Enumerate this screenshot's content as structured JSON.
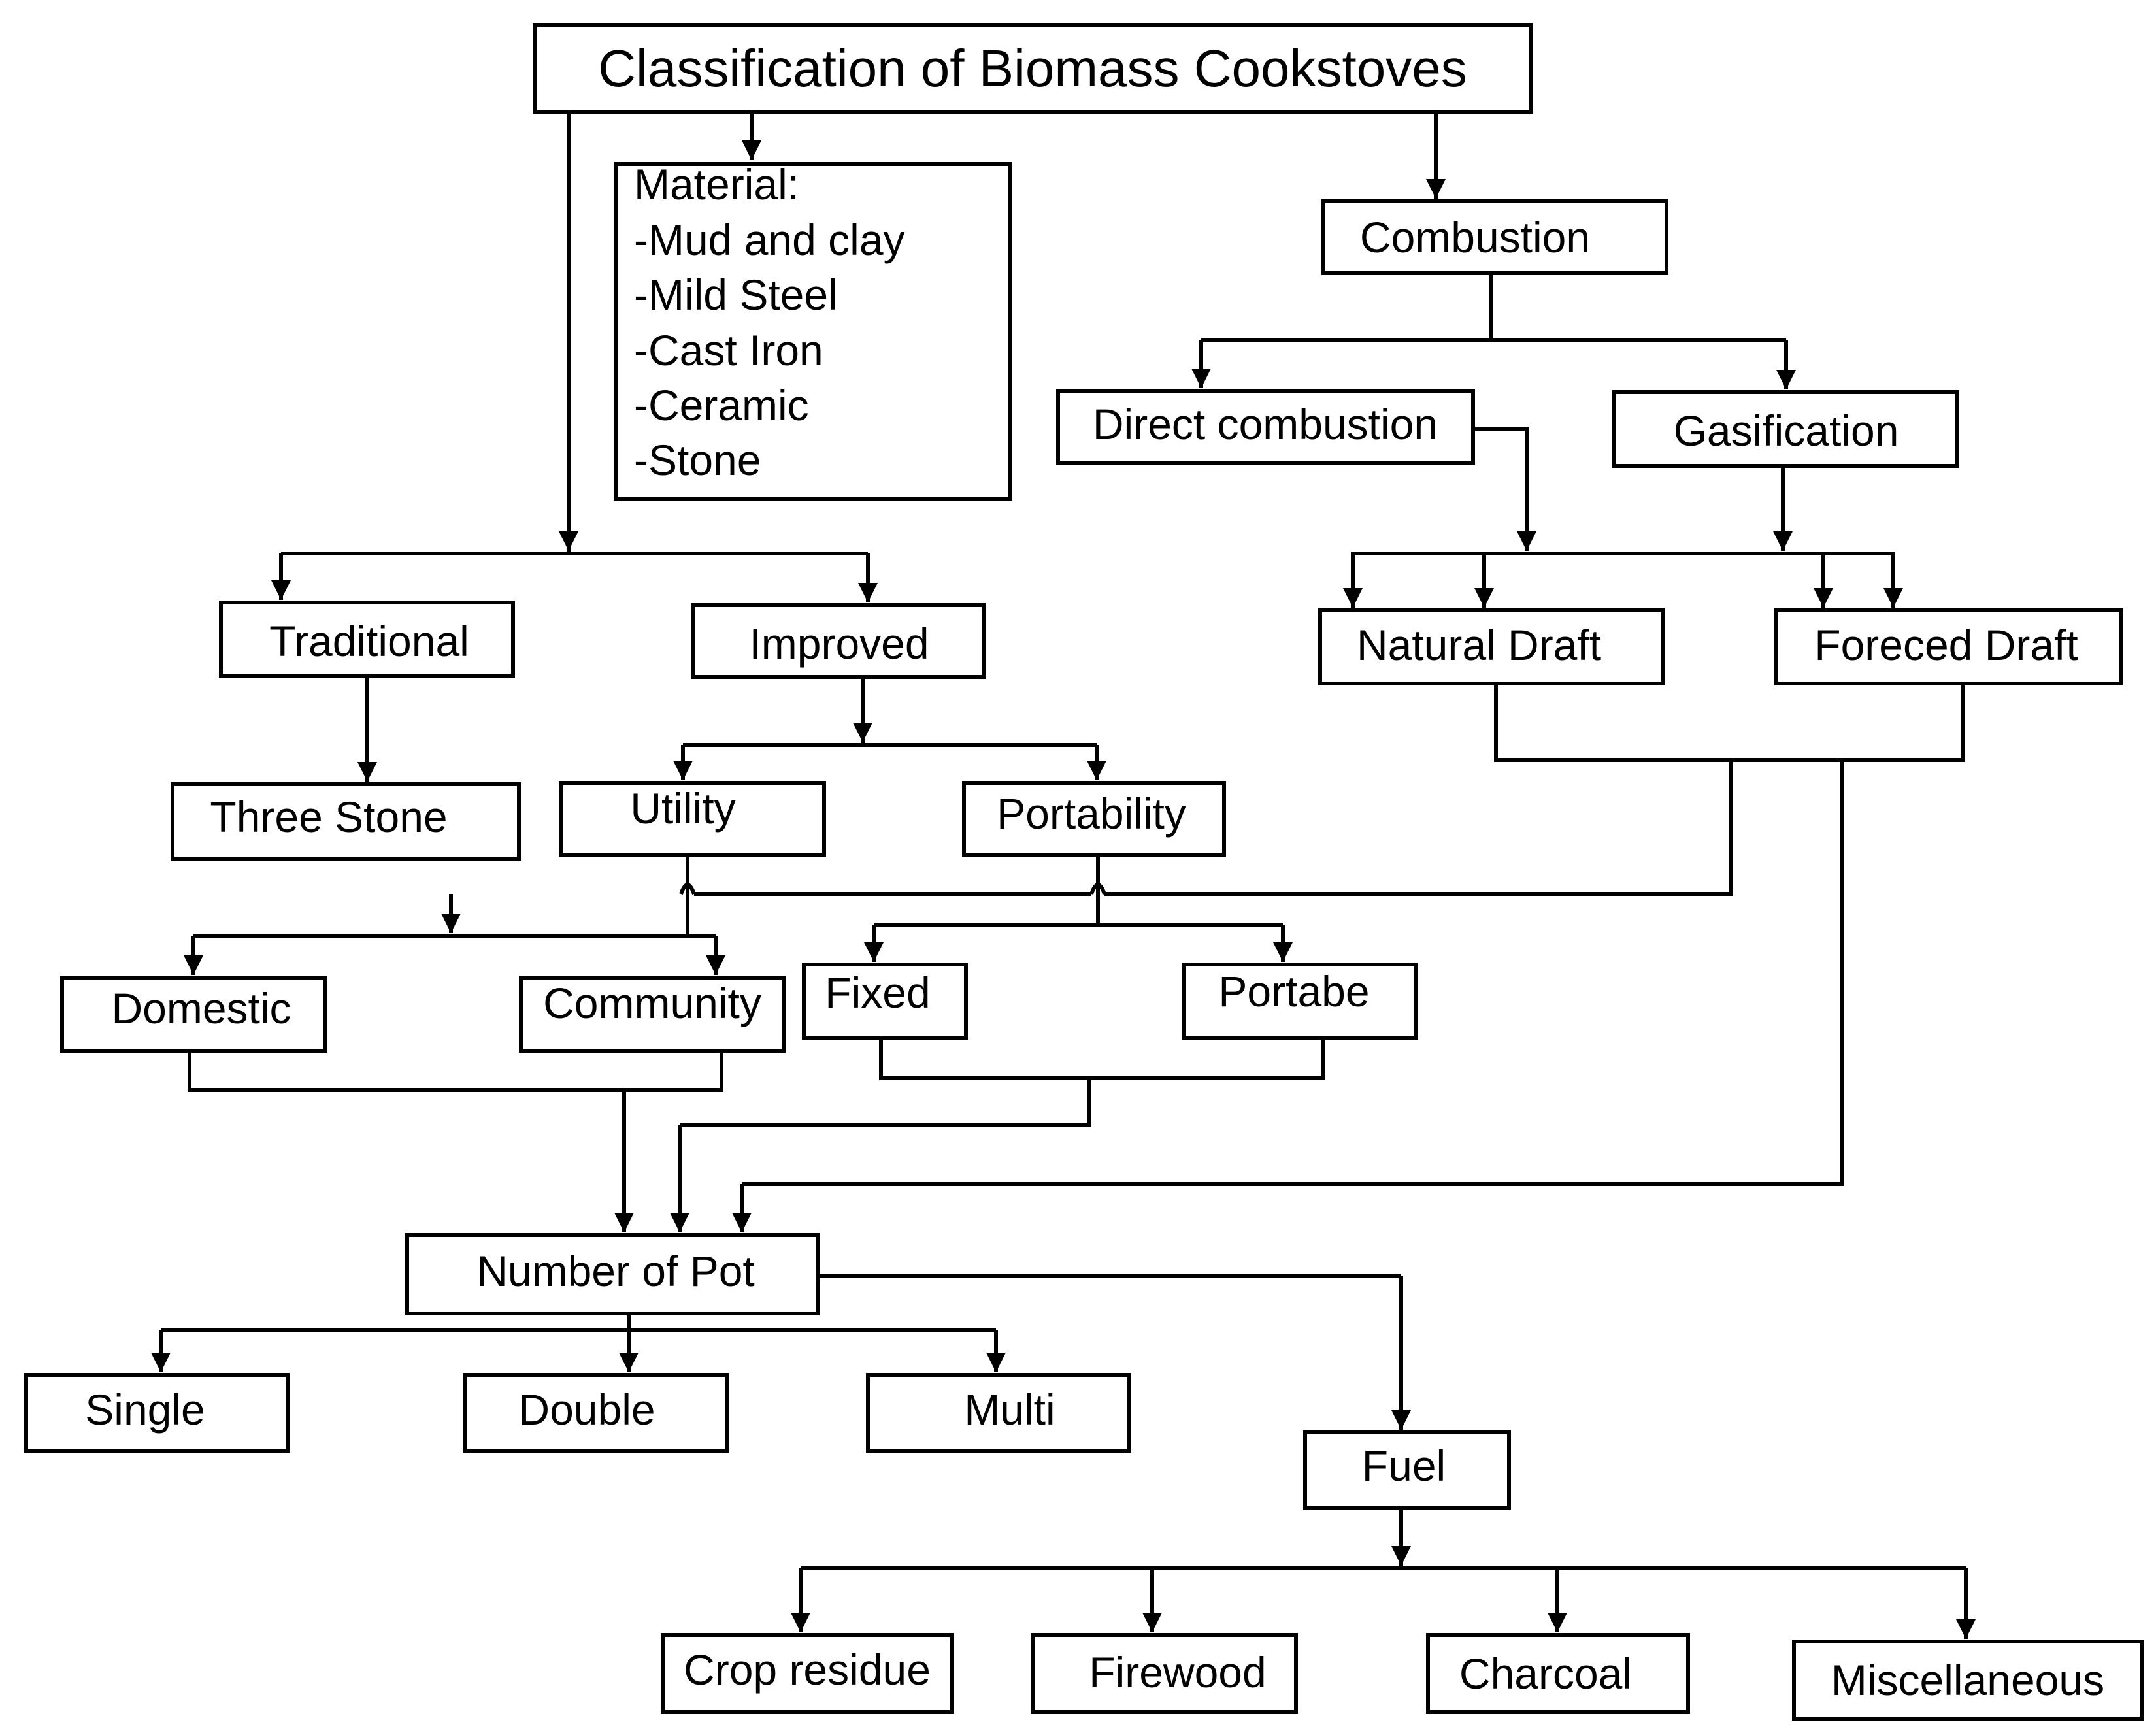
{
  "diagram": {
    "title": "Classification of Biomass Cookstoves",
    "material": {
      "heading": "Material:",
      "items": [
        "-Mud and clay",
        "-Mild Steel",
        "-Cast Iron",
        "-Ceramic",
        "-Stone"
      ]
    },
    "nodes": {
      "combustion": "Combustion",
      "direct_combustion": "Direct combustion",
      "gasification": "Gasification",
      "natural_draft": "Natural Draft",
      "forced_draft": "Foreced Draft",
      "traditional": "Traditional",
      "improved": "Improved",
      "three_stone": "Three Stone",
      "utility": "Utility",
      "portability": "Portability",
      "domestic": "Domestic",
      "community": "Community",
      "fixed": "Fixed",
      "portable": "Portabe",
      "number_of_pot": "Number of Pot",
      "single": "Single",
      "double": "Double",
      "multi": "Multi",
      "fuel": "Fuel",
      "crop_residue": "Crop residue",
      "firewood": "Firewood",
      "charcoal": "Charcoal",
      "miscellaneous": "Miscellaneous"
    }
  }
}
